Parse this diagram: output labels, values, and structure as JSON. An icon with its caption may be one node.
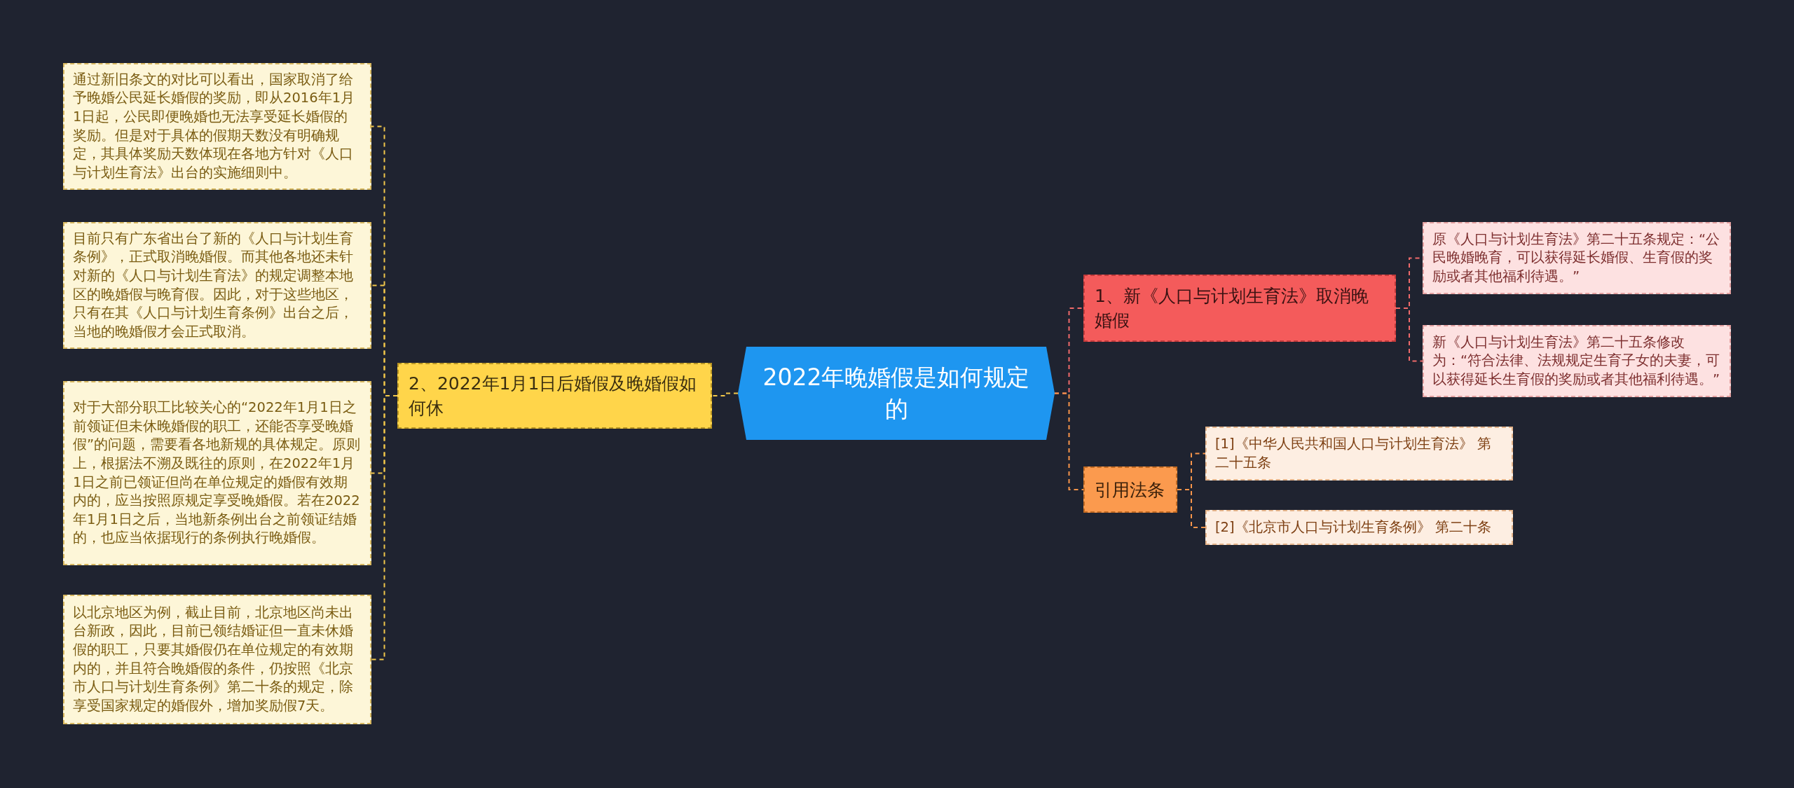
{
  "diagram": {
    "nodes": [
      {
        "text": [
          "2022年晚婚假是如何规定的"
        ]
      },
      {
        "text": [
          "2、2022年1月1日后婚假及晚婚假如何休"
        ]
      },
      {
        "text": [
          "通过新旧条文的对比可以看出，国家取消了给予晚婚公民延长婚假的奖励，即从2016年1月1日起，公民即便晚婚也无法享受延长婚假的奖励。但是对于具体的假期天数没有明确规定，其具体奖励天数体现在各地方针对《人口与计划生育法》出台的实施细则中。"
        ]
      },
      {
        "text": [
          "目前只有广东省出台了新的《人口与计划生育条例》，正式取消晚婚假。而其他各地还未针对新的《人口与计划生育法》的规定调整本地区的晚婚假与晚育假。因此，对于这些地区，只有在其《人口与计划生育条例》出台之后，当地的晚婚假才会正式取消。"
        ]
      },
      {
        "text": [
          "对于大部分职工比较关心的“2022年1月1日之前领证但未休晚婚假的职工，还能否享受晚婚假”的问题，需要看各地新规的具体规定。原则上，根据法不溯及既往的原则，在2022年1月1日之前已领证但尚在单位规定的婚假有效期内的，应当按照原规定享受晚婚假。若在2022年1月1日之后，当地新条例出台之前领证结婚的，也应当依据现行的条例执行晚婚假。"
        ]
      },
      {
        "text": [
          "以北京地区为例，截止目前，北京地区尚未出台新政，因此，目前已领结婚证但一直未休婚假的职工，只要其婚假仍在单位规定的有效期内的，并且符合晚婚假的条件，仍按照《北京市人口与计划生育条例》第二十条的规定，除享受国家规定的婚假外，增加奖励假7天。"
        ]
      },
      {
        "text": [
          "1、新《人口与计划生育法》取消晚婚假"
        ]
      },
      {
        "text": [
          "原《人口与计划生育法》第二十五条规定：“公民晚婚晚育，可以获得延长婚假、生育假的奖励或者其他福利待遇。”"
        ]
      },
      {
        "text": [
          "新《人口与计划生育法》第二十五条修改为：“符合法律、法规规定生育子女的夫妻，可以获得延长生育假的奖励或者其他福利待遇。”"
        ]
      },
      {
        "text": [
          "引用法条"
        ]
      },
      {
        "text": [
          "[1]《中华人民共和国人口与计划生育法》 第二十五条"
        ]
      },
      {
        "text": [
          "[2]《北京市人口与计划生育条例》 第二十条"
        ]
      }
    ],
    "edges": [
      {
        "from": 0,
        "to": 1,
        "arrow": "none"
      },
      {
        "from": 1,
        "to": 2,
        "arrow": "none"
      },
      {
        "from": 1,
        "to": 3,
        "arrow": "none"
      },
      {
        "from": 1,
        "to": 4,
        "arrow": "none"
      },
      {
        "from": 1,
        "to": 5,
        "arrow": "none"
      },
      {
        "from": 0,
        "to": 6,
        "arrow": "none",
        "color": "#f06a6a"
      },
      {
        "from": 6,
        "to": 7,
        "arrow": "none",
        "color": "#f06a6a"
      },
      {
        "from": 6,
        "to": 8,
        "arrow": "none",
        "color": "#f06a6a"
      },
      {
        "from": 0,
        "to": 9,
        "arrow": "none",
        "color": "#f9954a"
      },
      {
        "from": 9,
        "to": 10,
        "arrow": "none",
        "color": "#f9954a"
      },
      {
        "from": 9,
        "to": 11,
        "arrow": "none",
        "color": "#f9954a"
      }
    ]
  }
}
